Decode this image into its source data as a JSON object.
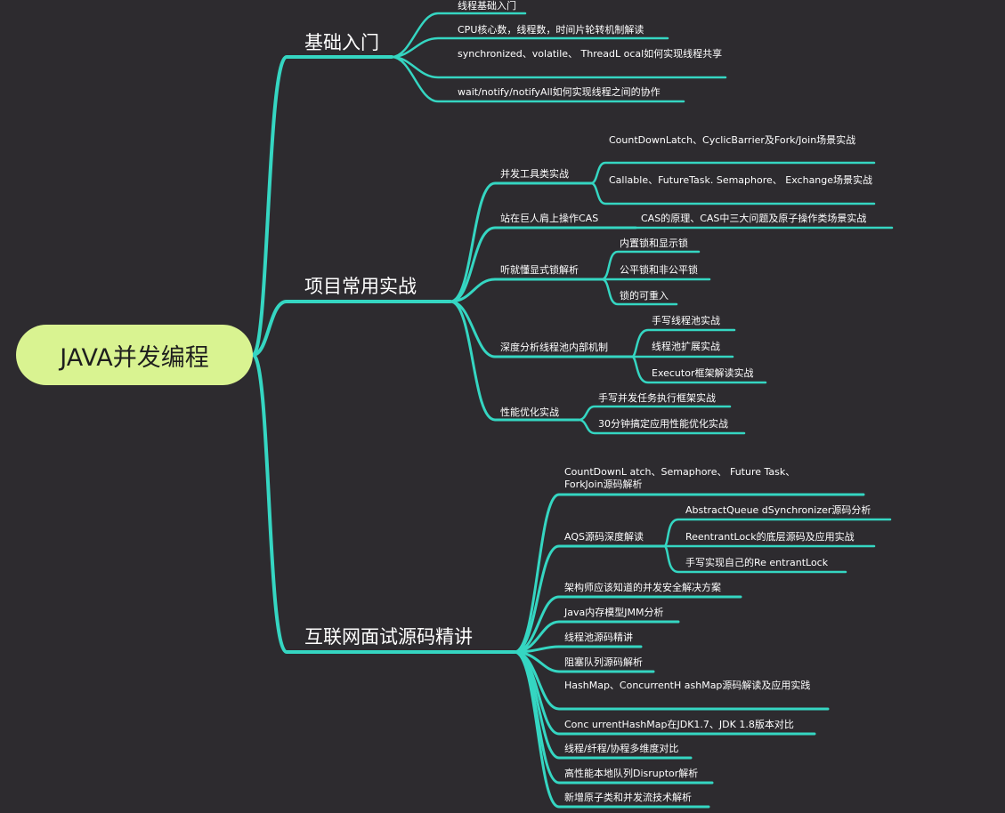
{
  "root": {
    "label": "JAVA并发编程"
  },
  "branches": {
    "b1": {
      "label": "基础入门",
      "items": [
        "线程基础入门",
        "CPU核心数，线程数，时间片轮转机制解读",
        "synchronized、volatile、 ThreadL ocal如何实现线程共享",
        "wait/notify/notifyAll如何实现线程之间的协作"
      ]
    },
    "b2": {
      "label": "项目常用实战",
      "subs": [
        {
          "label": "并发工具类实战",
          "items": [
            "CountDownLatch、CyclicBarrier及Fork/Join场景实战",
            "Callable、FutureTask. Semaphore、 Exchange场景实战"
          ]
        },
        {
          "label": "站在巨人肩上操作CAS",
          "items": [
            "CAS的原理、CAS中三大问题及原子操作类场景实战"
          ]
        },
        {
          "label": "听就懂显式锁解析",
          "items": [
            "内置锁和显示锁",
            "公平锁和非公平锁",
            "锁的可重入"
          ]
        },
        {
          "label": "深度分析线程池内部机制",
          "items": [
            "手写线程池实战",
            "线程池扩展实战",
            "Executor框架解读实战"
          ]
        },
        {
          "label": "性能优化实战",
          "items": [
            "手写并发任务执行框架实战",
            "30分钟搞定应用性能优化实战"
          ]
        }
      ]
    },
    "b3": {
      "label": "互联网面试源码精讲",
      "items": [
        "CountDownL atch、Semaphore、 Future Task、ForkJoin源码解析",
        "AQS源码深度解读",
        "架构师应该知道的并发安全解决方案",
        "Java内存模型JMM分析",
        "线程池源码精讲",
        "阻塞队列源码解析",
        "HashMap、ConcurrentH ashMap源码解读及应用实践",
        "Conc urrentHashMap在JDK1.7、JDK 1.8版本对比",
        "线程/纤程/协程多维度对比",
        "高性能本地队列Disruptor解析",
        "新增原子类和并发流技术解析"
      ],
      "aqs_items": [
        "AbstractQueue dSynchronizer源码分析",
        "ReentrantLock的底层源码及应用实战",
        "手写实现自己的Re entrantLock"
      ]
    }
  },
  "colors": {
    "background": "#2d2b2f",
    "branch_line": "#35d6c2",
    "root_fill": "#d9f391",
    "root_text": "#1e1e1e",
    "label_text": "#ffffff"
  }
}
